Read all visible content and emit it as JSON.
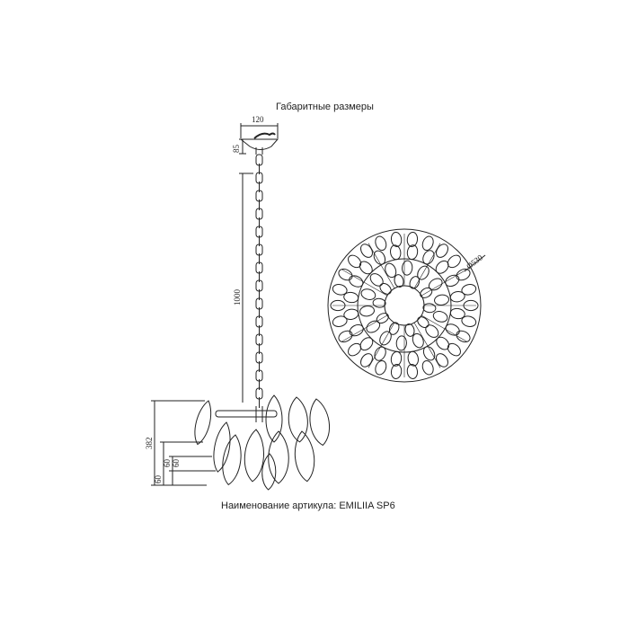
{
  "title": "Габаритные размеры",
  "footer": "Наименование артикула: EMILIIA SP6",
  "dimensions": {
    "canopy_width": "120",
    "canopy_height": "85",
    "chain_length": "1000",
    "body_height": "382",
    "tier_1": "60",
    "tier_2": "60",
    "tier_3": "60",
    "diameter": "Ø530"
  },
  "colors": {
    "line": "#222222",
    "background": "#ffffff"
  }
}
